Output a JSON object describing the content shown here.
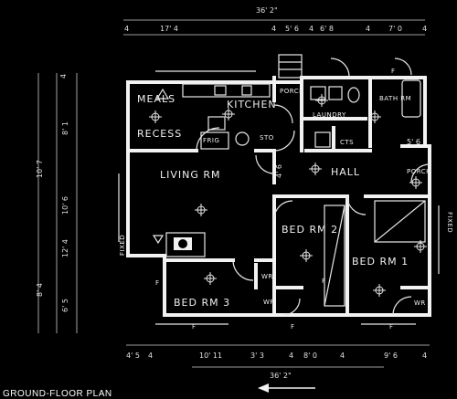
{
  "caption": "GROUND-FLOOR PLAN",
  "rooms": {
    "meals": "MEALS",
    "kitchen": "KITCHEN",
    "recess": "RECESS",
    "living": "LIVING RM",
    "laundry": "LAUNDRY",
    "bath": "BATH RM",
    "hall": "HALL",
    "porch_front": "PORCH",
    "porch_back": "PORCH",
    "bed1": "BED RM 1",
    "bed2": "BED RM 2",
    "bed3": "BED RM 3",
    "wr1": "WR",
    "wr2": "WR",
    "wr3": "WR",
    "cts": "CTS",
    "frig": "FRIG",
    "sto": "STO"
  },
  "dimensions": {
    "overall_top": "36' 2\"",
    "overall_bottom": "36' 2\"",
    "top_segments": [
      "4",
      "17' 4",
      "4",
      "5' 6",
      "4",
      "6' 8",
      "4",
      "7' 0",
      "4"
    ],
    "bottom_segments": [
      "4' 5",
      "4",
      "10' 11",
      "3' 3",
      "4",
      "8' 0",
      "4",
      "9' 6",
      "4"
    ],
    "left_outer_upper": "4",
    "left_outer_lower": "8' 4",
    "left_mid_upper": "10' 7",
    "left_mid_lower": "6' 5",
    "left_inner_upper": "10' 6",
    "left_inner_lower": "12' 4",
    "left_inner_top": "8' 1",
    "hall_dim": "4' 6",
    "porch_dim": "5' 6",
    "fixed_left": "FIXED",
    "fixed_right": "FIXED",
    "f_marks": [
      "F",
      "F",
      "F",
      "F",
      "F",
      "F"
    ]
  }
}
